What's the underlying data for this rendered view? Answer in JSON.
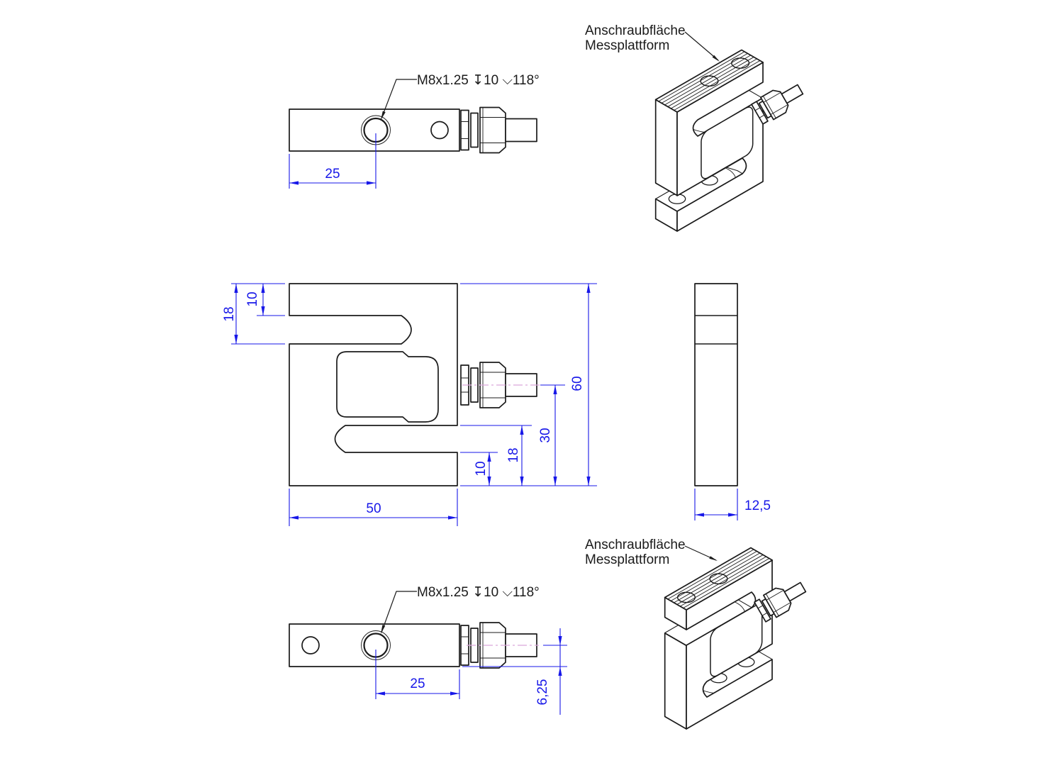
{
  "drawing": {
    "callouts": {
      "thread": "M8x1.25 ↧10 ⌵118°"
    },
    "labels": {
      "mounting_surface_line1": "Anschraubfläche",
      "mounting_surface_line2": "Messplattform"
    },
    "dimensions": {
      "top_view_hole_offset": "25",
      "front_top_slot_top": "10",
      "front_top_slot_bottom": "18",
      "front_bottom_slot_bottom": "10",
      "front_bottom_slot_top": "18",
      "front_cable_axis": "30",
      "front_height": "60",
      "front_width": "50",
      "side_thickness": "12,5",
      "bottom_view_hole_offset": "25",
      "bottom_cable_axis_offset": "6,25"
    },
    "colors": {
      "line": "#1b1b1b",
      "dimension": "#1717e8",
      "centerline": "#dba6db",
      "background": "#ffffff"
    }
  }
}
